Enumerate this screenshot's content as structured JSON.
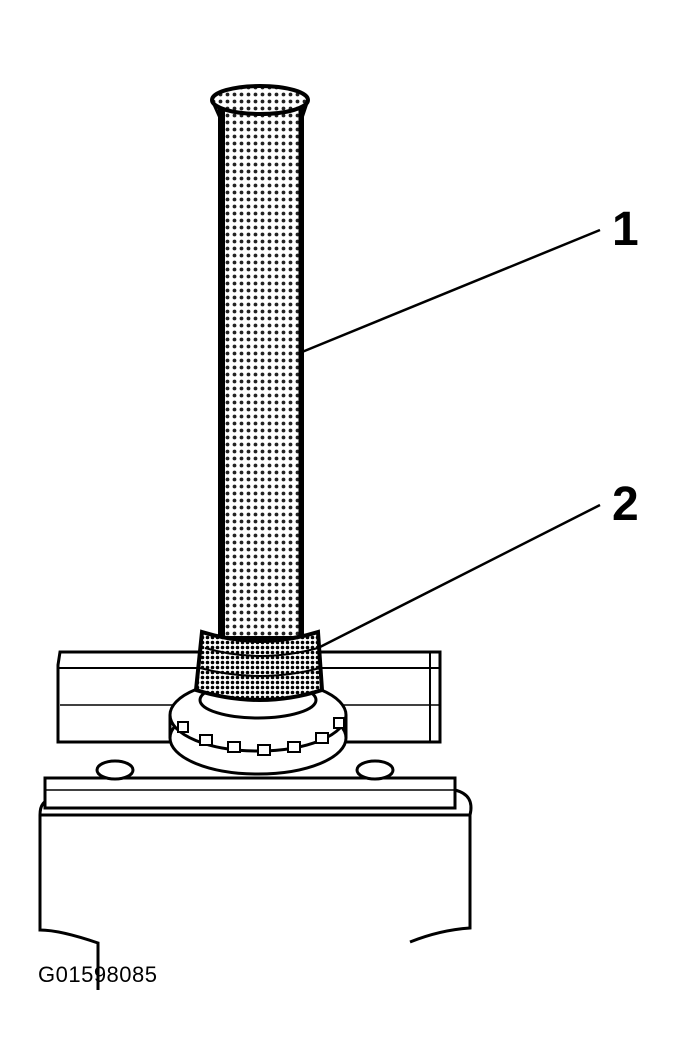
{
  "callouts": [
    {
      "label": "1"
    },
    {
      "label": "2"
    }
  ],
  "figure_code": "G01598085",
  "colors": {
    "ink": "#000000",
    "paper": "#ffffff"
  }
}
